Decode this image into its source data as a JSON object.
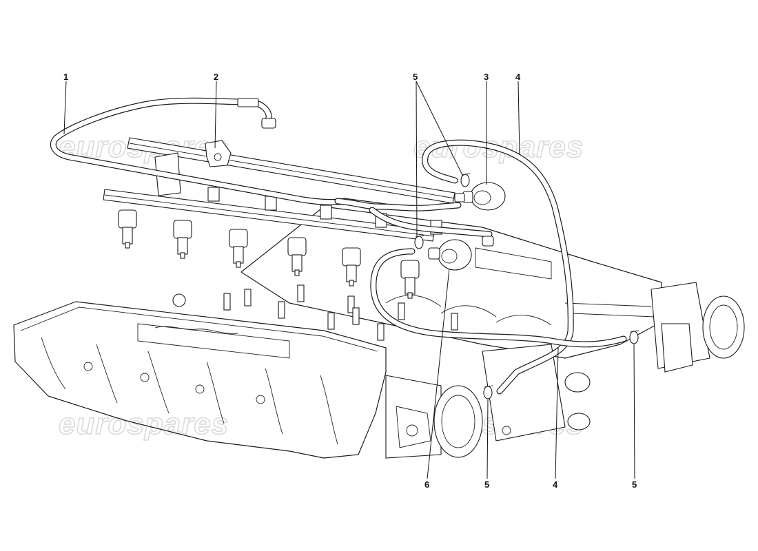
{
  "watermark": "eurospares",
  "callouts": [
    {
      "id": "c1",
      "text": "1"
    },
    {
      "id": "c2",
      "text": "2"
    },
    {
      "id": "c3",
      "text": "3"
    },
    {
      "id": "c4a",
      "text": "4"
    },
    {
      "id": "c5a",
      "text": "5"
    },
    {
      "id": "c4b",
      "text": "4"
    },
    {
      "id": "c5b",
      "text": "5"
    },
    {
      "id": "c5c",
      "text": "5"
    },
    {
      "id": "c6",
      "text": "6"
    }
  ]
}
